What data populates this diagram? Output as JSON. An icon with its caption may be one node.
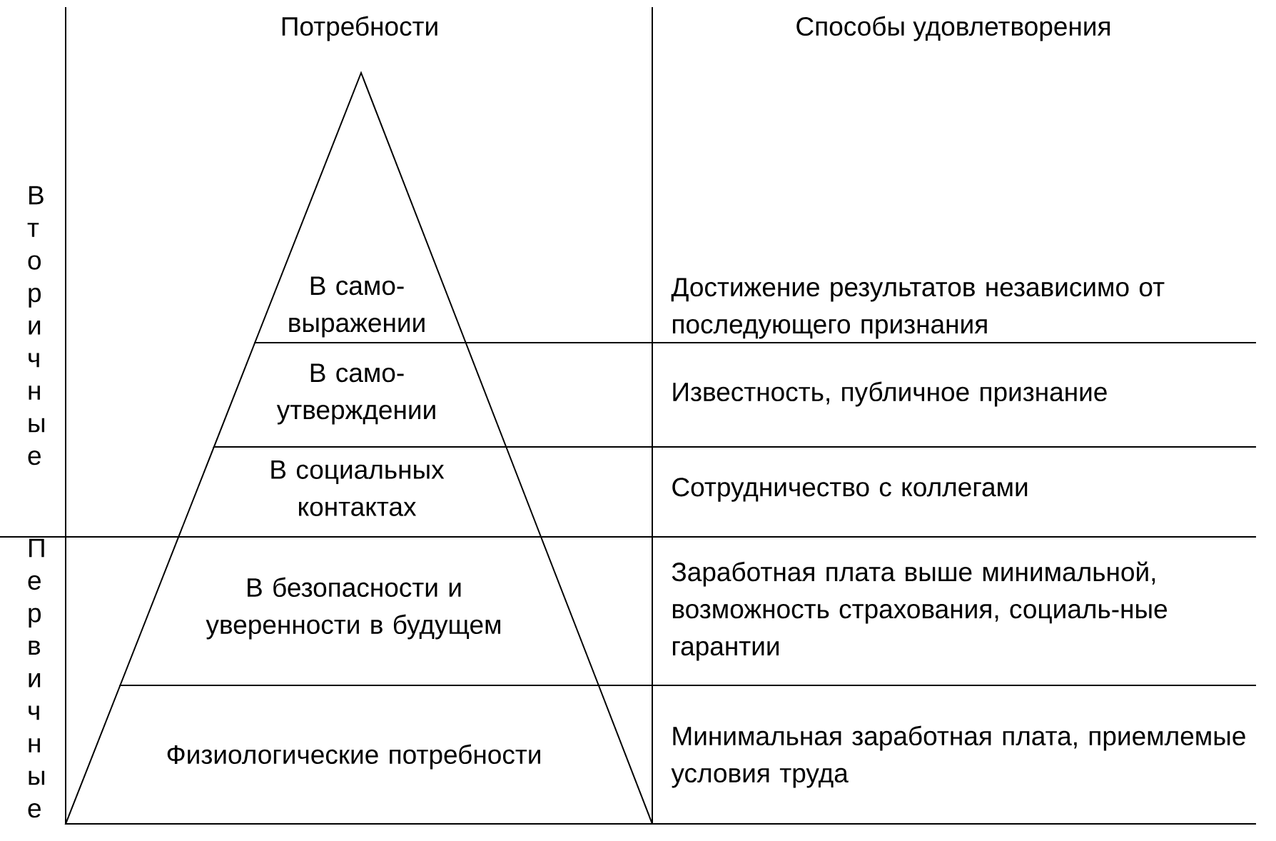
{
  "diagram": {
    "nodes": [
      {
        "text": [
          "В само-выражении"
        ]
      },
      {
        "text": [
          "В само-утверждении"
        ]
      },
      {
        "text": [
          "В социальных контактах"
        ]
      },
      {
        "text": [
          "В безопасности и уверенности в будущем"
        ]
      },
      {
        "text": [
          "Физиологические потребности"
        ]
      }
    ],
    "labels": [
      "Потребности",
      "Способы удовлетворения",
      "Вторичные",
      "Достижение результатов независимо от последующего признания",
      "Известность, публичное признание",
      "Сотрудничество с коллегами",
      "Первичные",
      "Заработная плата выше минимальной, возможность страхования, социаль-ные гарантии",
      "Минимальная заработная плата, приемлемые условия труда"
    ]
  }
}
